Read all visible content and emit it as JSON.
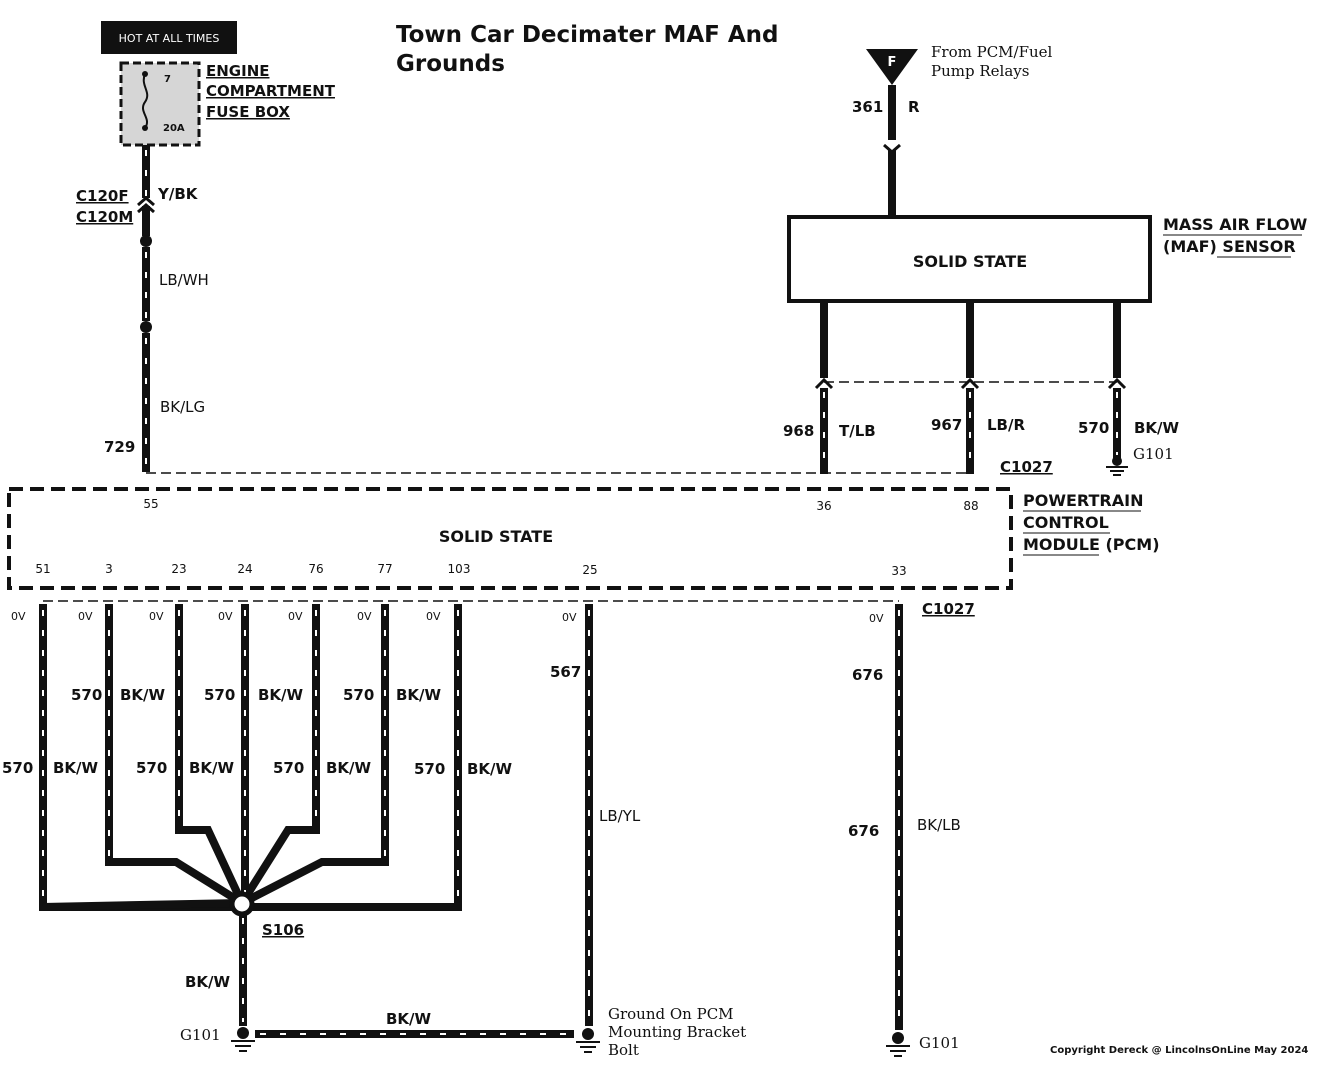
{
  "title": {
    "line1": "Town Car Decimater MAF And",
    "line2": "Grounds"
  },
  "fuse": {
    "hot_label": "HOT AT ALL TIMES",
    "name_lines": [
      "ENGINE",
      "COMPARTMENT",
      "FUSE BOX"
    ],
    "fuse_number": "7",
    "rating": "20A"
  },
  "connectors": {
    "upper_female": "C120F",
    "upper_male": "C120M",
    "pcm": "C1027",
    "maf": "C1027"
  },
  "left_circuit": {
    "wire1_color": "Y/BK",
    "wire2_color": "LB/WH",
    "wire3_color": "BK/LG",
    "number": "729"
  },
  "power_feed": {
    "fuse_letter": "F",
    "from_lines": [
      "From PCM/Fuel",
      "Pump Relays"
    ],
    "circuit": "361",
    "color": "R"
  },
  "maf": {
    "name_lines": [
      "MASS AIR FLOW",
      "(MAF) SENSOR"
    ],
    "body": "SOLID STATE",
    "wires": [
      {
        "circuit": "968",
        "color": "T/LB"
      },
      {
        "circuit": "967",
        "color": "LB/R"
      },
      {
        "circuit": "570",
        "color": "BK/W",
        "ground": "G101"
      }
    ]
  },
  "pcm": {
    "name_lines": [
      "POWERTRAIN",
      "CONTROL",
      "MODULE (PCM)"
    ],
    "body": "SOLID STATE",
    "top_pins": [
      "55",
      "36",
      "88"
    ],
    "bottom_pins": [
      "51",
      "3",
      "23",
      "24",
      "76",
      "77",
      "103",
      "25",
      "33"
    ]
  },
  "voltage": "0V",
  "ground_wires": {
    "circuit": "570",
    "color": "BK/W",
    "splice": "S106",
    "splice_wire_color": "BK/W",
    "ground": "G101",
    "bottom_wire_color": "BK/W"
  },
  "wire_567": {
    "circuit": "567",
    "color": "LB/YL",
    "ground_lines": [
      "Ground On PCM",
      "Mounting Bracket",
      "Bolt"
    ]
  },
  "wire_676": {
    "circuit": "676",
    "color": "BK/LB",
    "ground": "G101"
  },
  "copyright": "Copyright Dereck @ LincolnsOnLine May 2024"
}
